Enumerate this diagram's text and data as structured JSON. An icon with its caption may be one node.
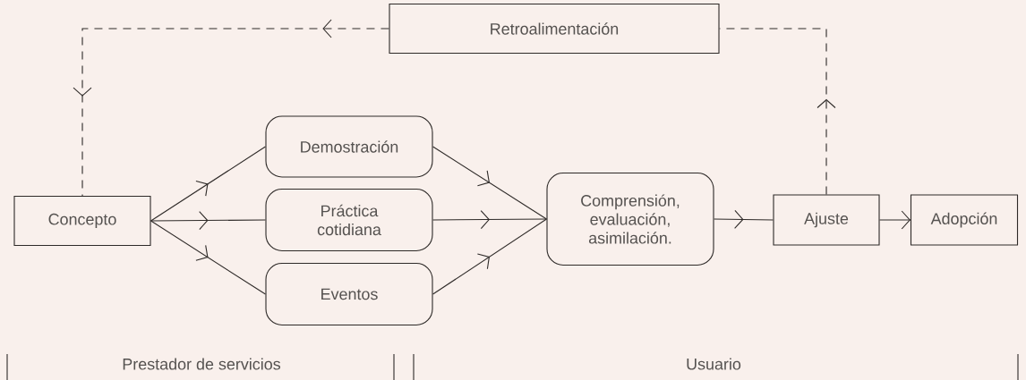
{
  "diagram": {
    "nodes": [
      {
        "text": [
          "Concepto"
        ]
      },
      {
        "text": [
          "Demostración"
        ]
      },
      {
        "text": [
          "Práctica cotidiana"
        ]
      },
      {
        "text": [
          "Eventos"
        ]
      },
      {
        "text": [
          "Comprensión, evaluación, asimilación."
        ]
      },
      {
        "text": [
          "Ajuste"
        ]
      },
      {
        "text": [
          "Adopción"
        ]
      },
      {
        "text": [
          "Retroalimentación"
        ]
      }
    ],
    "edges": [
      {
        "from": 0,
        "to": 1,
        "arrow": "to"
      },
      {
        "from": 0,
        "to": 2,
        "arrow": "to"
      },
      {
        "from": 0,
        "to": 3,
        "arrow": "to"
      },
      {
        "from": 1,
        "to": 4,
        "arrow": "to"
      },
      {
        "from": 2,
        "to": 4,
        "arrow": "to"
      },
      {
        "from": 3,
        "to": 4,
        "arrow": "to"
      },
      {
        "from": 4,
        "to": 5,
        "arrow": "to"
      },
      {
        "from": 5,
        "to": 6,
        "arrow": "to"
      },
      {
        "from": 5,
        "to": 7,
        "arrow": "to",
        "style": "dashed"
      },
      {
        "from": 7,
        "to": 0,
        "arrow": "to",
        "style": "dashed"
      }
    ],
    "labels": [
      "Prestador de servicios",
      "Usuario"
    ]
  }
}
